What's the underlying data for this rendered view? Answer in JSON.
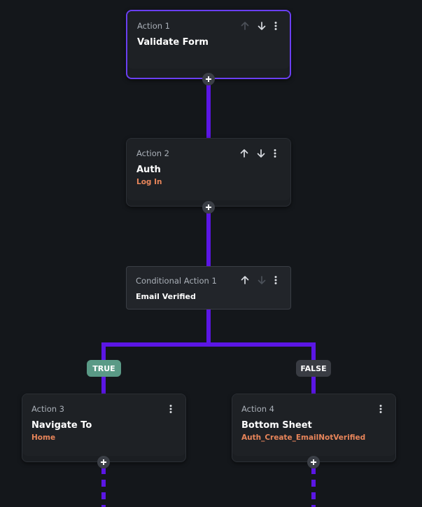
{
  "actions": [
    {
      "label": "Action 1",
      "title": "Validate Form",
      "sub": ""
    },
    {
      "label": "Action 2",
      "title": "Auth",
      "sub": "Log In"
    },
    {
      "label": "Action 3",
      "title": "Navigate To",
      "sub": "Home"
    },
    {
      "label": "Action 4",
      "title": "Bottom Sheet",
      "sub": "Auth_Create_EmailNotVerified"
    }
  ],
  "conditional": {
    "label": "Conditional Action 1",
    "title": "Email Verified"
  },
  "branches": {
    "true_label": "TRUE",
    "false_label": "FALSE"
  },
  "colors": {
    "background": "#14171b",
    "connector": "#5b16e5",
    "selected_border": "#6a3ff2",
    "true_badge": "#5a9a86",
    "false_badge": "#393c43",
    "subtitle": "#e8855a"
  },
  "icons": [
    "arrow-up-icon",
    "arrow-down-icon",
    "more-vertical-icon",
    "plus-icon"
  ]
}
